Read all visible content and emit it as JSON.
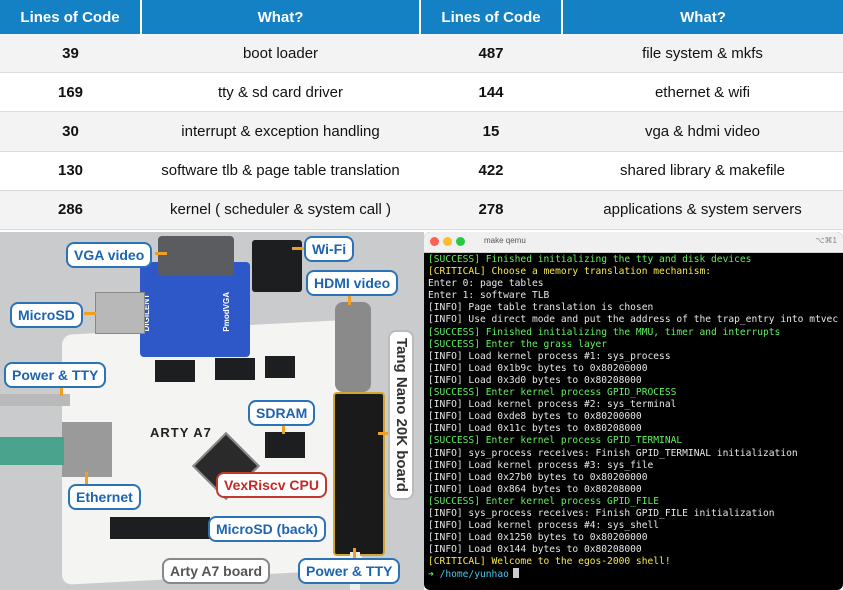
{
  "table": {
    "headers": [
      "Lines of Code",
      "What?",
      "Lines of Code",
      "What?"
    ],
    "rows": [
      [
        "39",
        "boot loader",
        "487",
        "file system & mkfs"
      ],
      [
        "169",
        "tty & sd card driver",
        "144",
        "ethernet & wifi"
      ],
      [
        "30",
        "interrupt & exception handling",
        "15",
        "vga & hdmi video"
      ],
      [
        "130",
        "software tlb & page table translation",
        "422",
        "shared library & makefile"
      ],
      [
        "286",
        "kernel ( scheduler & system call )",
        "278",
        "applications & system servers"
      ]
    ]
  },
  "photo": {
    "board_print": "ARTY A7",
    "chip_print_1": "DIGILENT",
    "chip_print_2": "PmodVGA",
    "labels": {
      "vga": "VGA video",
      "wifi": "Wi-Fi",
      "hdmi": "HDMI video",
      "microsd": "MicroSD",
      "power_tty_left": "Power & TTY",
      "sdram": "SDRAM",
      "ethernet": "Ethernet",
      "cpu": "VexRiscv CPU",
      "microsd_back": "MicroSD (back)",
      "arty": "Arty A7 board",
      "power_tty_bottom": "Power & TTY",
      "tang_nano": "Tang Nano 20K board"
    }
  },
  "terminal": {
    "title": "make qemu",
    "shortcut": "⌥⌘1",
    "colors": {
      "success": "#5ff05f",
      "critical": "#f5e94a",
      "normal": "#e6e6e6",
      "prompt": "#5ff05f",
      "path": "#45c8e8"
    },
    "lines": [
      {
        "text": "[SUCCESS] Finished initializing the tty and disk devices",
        "kind": "success"
      },
      {
        "text": "[CRITICAL] Choose a memory translation mechanism:",
        "kind": "critical"
      },
      {
        "text": "Enter 0: page tables",
        "kind": "normal"
      },
      {
        "text": "Enter 1: software TLB",
        "kind": "normal"
      },
      {
        "text": "[INFO] Page table translation is chosen",
        "kind": "normal"
      },
      {
        "text": "[INFO] Use direct mode and put the address of the trap_entry into mtvec",
        "kind": "normal"
      },
      {
        "text": "[SUCCESS] Finished initializing the MMU, timer and interrupts",
        "kind": "success"
      },
      {
        "text": "[SUCCESS] Enter the grass layer",
        "kind": "success"
      },
      {
        "text": "[INFO] Load kernel process #1: sys_process",
        "kind": "normal"
      },
      {
        "text": "[INFO] Load 0x1b9c bytes to 0x80200000",
        "kind": "normal"
      },
      {
        "text": "[INFO] Load 0x3d0 bytes to 0x80208000",
        "kind": "normal"
      },
      {
        "text": "[SUCCESS] Enter kernel process GPID_PROCESS",
        "kind": "success"
      },
      {
        "text": "[INFO] Load kernel process #2: sys_terminal",
        "kind": "normal"
      },
      {
        "text": "[INFO] Load 0xde8 bytes to 0x80200000",
        "kind": "normal"
      },
      {
        "text": "[INFO] Load 0x11c bytes to 0x80208000",
        "kind": "normal"
      },
      {
        "text": "[SUCCESS] Enter kernel process GPID_TERMINAL",
        "kind": "success"
      },
      {
        "text": "[INFO] sys_process receives: Finish GPID_TERMINAL initialization",
        "kind": "normal"
      },
      {
        "text": "[INFO] Load kernel process #3: sys_file",
        "kind": "normal"
      },
      {
        "text": "[INFO] Load 0x27b0 bytes to 0x80200000",
        "kind": "normal"
      },
      {
        "text": "[INFO] Load 0x864 bytes to 0x80208000",
        "kind": "normal"
      },
      {
        "text": "[SUCCESS] Enter kernel process GPID_FILE",
        "kind": "success"
      },
      {
        "text": "[INFO] sys_process receives: Finish GPID_FILE initialization",
        "kind": "normal"
      },
      {
        "text": "[INFO] Load kernel process #4: sys_shell",
        "kind": "normal"
      },
      {
        "text": "[INFO] Load 0x1250 bytes to 0x80200000",
        "kind": "normal"
      },
      {
        "text": "[INFO] Load 0x144 bytes to 0x80208000",
        "kind": "normal"
      },
      {
        "text": "[CRITICAL] Welcome to the egos-2000 shell!",
        "kind": "critical"
      }
    ],
    "prompt_symbol": "➜",
    "prompt_path": "/home/yunhao"
  }
}
